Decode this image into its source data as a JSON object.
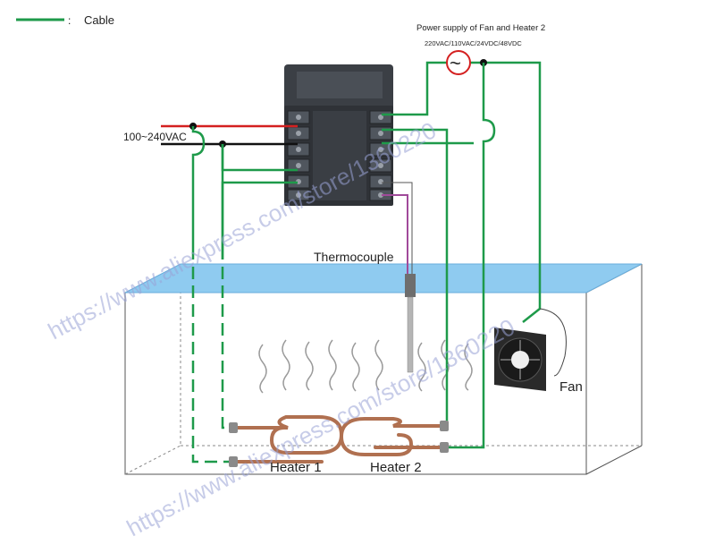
{
  "legend": {
    "marker": ":",
    "label": "Cable"
  },
  "power_supply": {
    "title": "Power supply  of Fan and Heater 2",
    "ratings": "220VAC/110VAC/24VDC/48VDC",
    "symbol": "~"
  },
  "mains": {
    "label": "100~240VAC"
  },
  "components": {
    "thermocouple": "Thermocouple",
    "fan": "Fan",
    "heater1": "Heater 1",
    "heater2": "Heater 2"
  },
  "watermark": {
    "text": "https://www.aliexpress.com/store/1360220"
  },
  "colors": {
    "cable": "#1e9a4a",
    "live_wire": "#d42020",
    "neutral_wire": "#111111",
    "water": "#8fcbf0",
    "heater": "#b07050",
    "thermocouple_wire": "#a04a9a",
    "supply_ring": "#d42020"
  }
}
